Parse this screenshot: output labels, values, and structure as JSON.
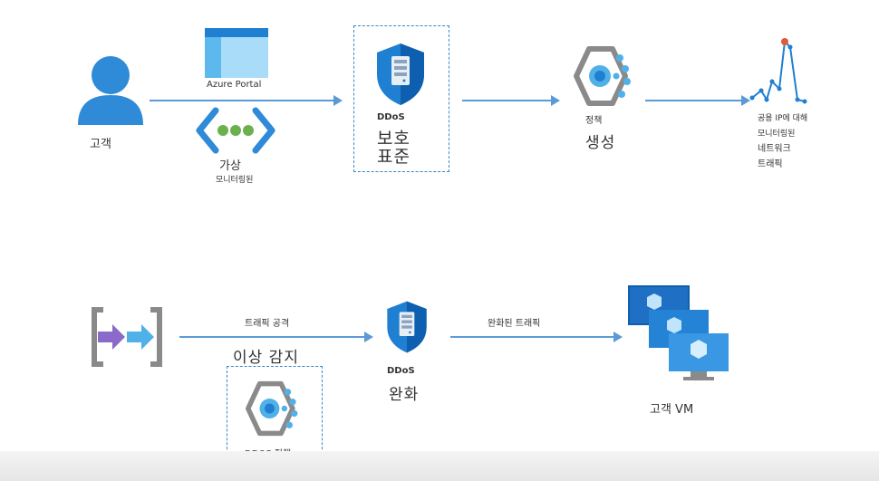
{
  "top": {
    "customer_label": "고객",
    "azure_portal_label": "Azure Portal",
    "vnet_label_1": "가상",
    "vnet_label_2": "모니터링된",
    "ddos_label": "DDoS",
    "protection_label": "보호 표준",
    "policy_label_1": "정책",
    "policy_label_2": "생성",
    "monitor_label_1": "공용 IP에 대해",
    "monitor_label_2": "모니터링된",
    "monitor_label_3": "네트워크",
    "monitor_label_4": "트래픽"
  },
  "bottom": {
    "traffic_attack_label": "트래픽 공격",
    "anomaly_label": "이상 감지",
    "ddos_label": "DDoS",
    "mitigation_label": "완화",
    "mitigated_traffic_label": "완화된 트래픽",
    "policy_label": "DDOS 정책",
    "vm_label": "고객 VM"
  },
  "colors": {
    "azure_blue": "#0078d4",
    "light_blue": "#50b0e8",
    "line_blue": "#5b9bd5",
    "dashed_border": "#3a86c8",
    "gray": "#8a8a8a",
    "purple": "#8b6bc9",
    "green": "#6ab04c"
  },
  "icons": [
    "user-icon",
    "azure-portal-icon",
    "virtual-network-icon",
    "ddos-shield-icon",
    "policy-hex-icon",
    "chart-icon",
    "traffic-arrows-icon",
    "vm-stack-icon"
  ]
}
